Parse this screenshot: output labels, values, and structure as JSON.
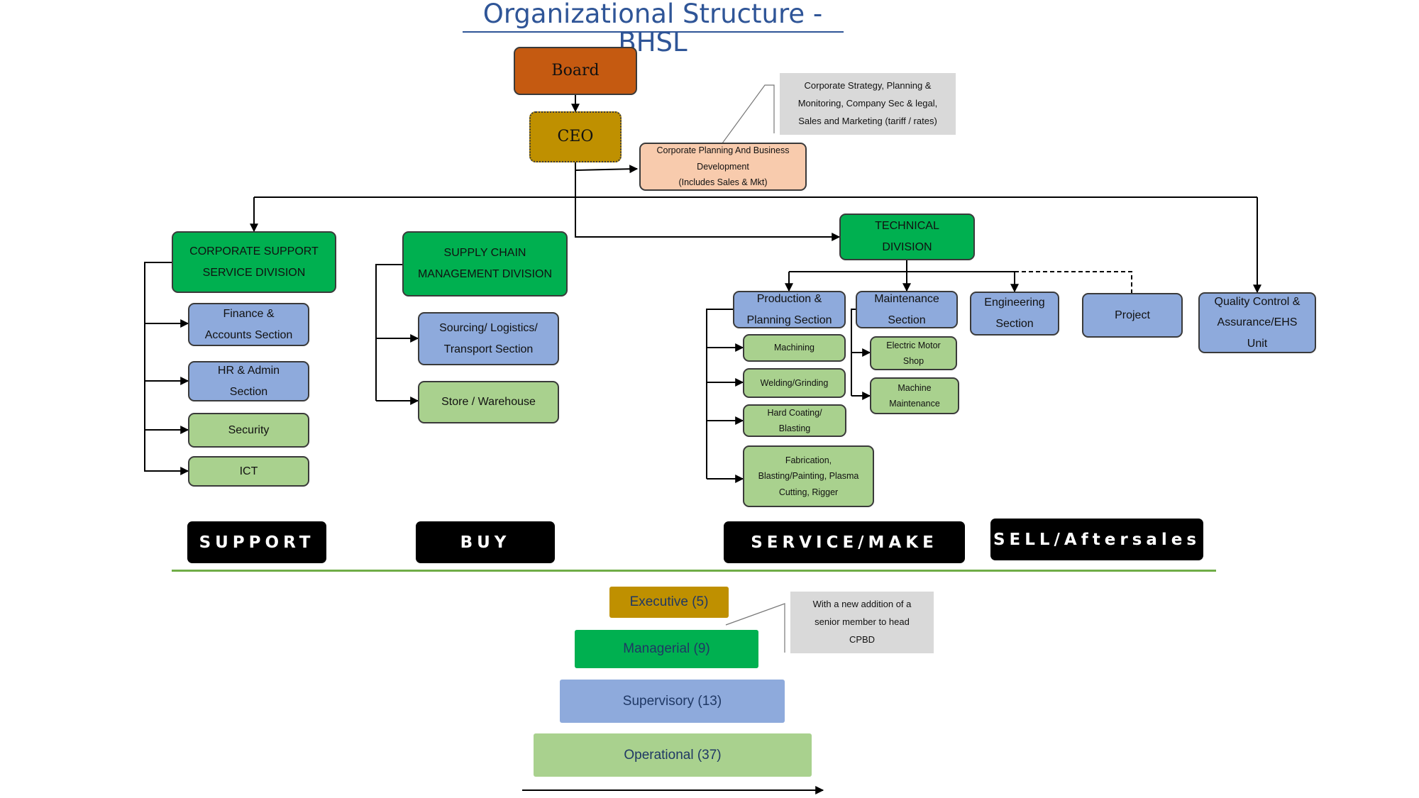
{
  "title": "Organizational Structure - BHSL",
  "nodes": {
    "board": "Board",
    "ceo": "CEO",
    "cpbd": "Corporate Planning And Business\nDevelopment\n(Includes Sales & Mkt)",
    "corporate_support": "CORPORATE SUPPORT\nSERVICE DIVISION",
    "finance": "Finance &\nAccounts Section",
    "hr_admin": "HR & Admin\nSection",
    "security": "Security",
    "ict": "ICT",
    "supply_chain": "SUPPLY CHAIN\nMANAGEMENT DIVISION",
    "sourcing": "Sourcing/ Logistics/\nTransport Section",
    "store": "Store / Warehouse",
    "technical": "TECHNICAL\nDIVISION",
    "production": "Production &\nPlanning Section",
    "machining": "Machining",
    "welding": "Welding/Grinding",
    "hard_coating": "Hard Coating/\nBlasting",
    "fabrication": "Fabrication,\nBlasting/Painting, Plasma\nCutting,  Rigger",
    "maintenance": "Maintenance\nSection",
    "electric_motor": "Electric Motor\nShop",
    "machine_maintenance": "Machine\nMaintenance",
    "engineering": "Engineering\nSection",
    "project": "Project",
    "quality": "Quality Control &\nAssurance/EHS\nUnit"
  },
  "notes": {
    "cpbd_note": "Corporate Strategy, Planning &\nMonitoring, Company Sec & legal,\nSales and Marketing (tariff / rates)",
    "tier_note": "With a new addition of a\nsenior member to head\nCPBD"
  },
  "bands": {
    "support": "SUPPORT",
    "buy": "BUY",
    "service_make": "SERVICE/MAKE",
    "sell": "SELL/Aftersales"
  },
  "tiers": {
    "executive": "Executive (5)",
    "managerial": "Managerial (9)",
    "supervisory": "Supervisory (13)",
    "operational": "Operational (37)"
  },
  "colors": {
    "title": "#2f5597",
    "board": "#c55a11",
    "ceo": "#bf9000",
    "cpbd": "#f8cbad",
    "division": "#00b050",
    "section": "#8eaadc",
    "unit": "#a9d18e",
    "note": "#d9d9d9",
    "band": "#000000",
    "divider": "#70ad47"
  }
}
